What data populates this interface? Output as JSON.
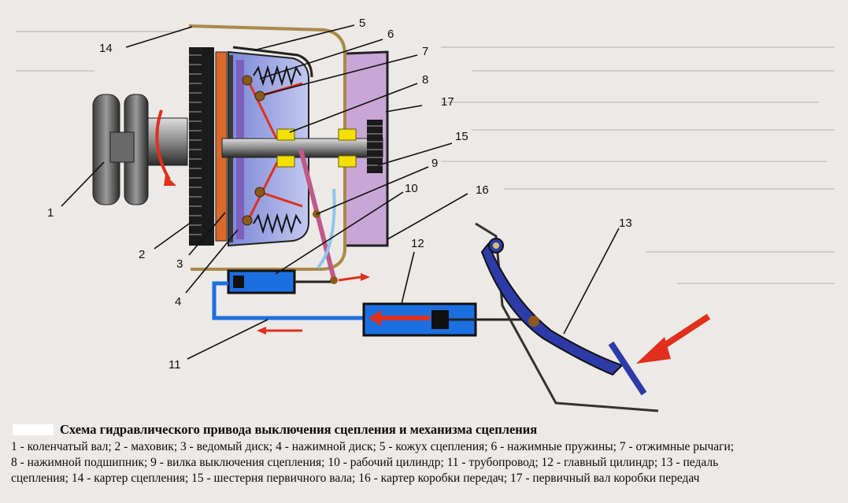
{
  "diagram": {
    "callouts": [
      "1",
      "2",
      "3",
      "4",
      "5",
      "6",
      "7",
      "8",
      "9",
      "10",
      "11",
      "12",
      "13",
      "14",
      "15",
      "16",
      "17"
    ]
  },
  "caption": {
    "title": "Схема гидравлического привода выключения сцепления и механизма сцепления",
    "legend_lines": [
      "1 - коленчатый вал; 2 - маховик; 3 - ведомый диск; 4 - нажимной диск; 5 - кожух сцепления; 6 - нажимные пружины; 7 - отжимные рычаги;",
      "8 - нажимной подшипник; 9 - вилка выключения сцепления; 10 - рабочий цилиндр; 11 - трубопровод; 12 - главный цилиндр; 13 - педаль",
      "сцепления; 14 - картер сцепления; 15 - шестерня первичного вала; 16 - картер коробки передач; 17 - первичный вал коробки передач"
    ]
  },
  "colors": {
    "hydraulic_line": "#1c6fe0",
    "arrow_red": "#e0301c",
    "pedal_blue": "#2d3ba8",
    "flywheel_orange": "#d9692b",
    "housing_tan": "#a88a4a",
    "gearbox_pink": "#c9a6d6"
  }
}
